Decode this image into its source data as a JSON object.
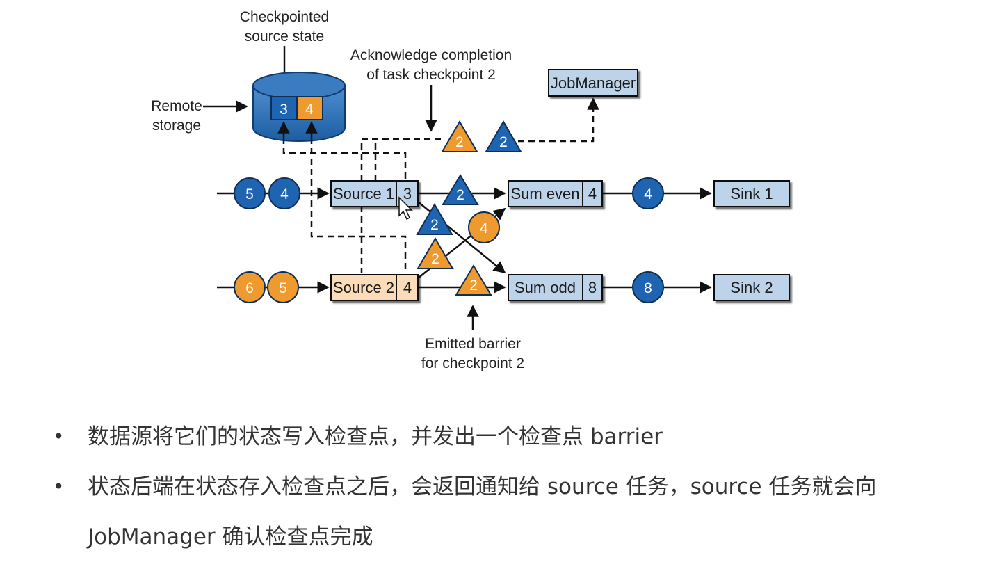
{
  "labels": {
    "checkpointed": [
      "Checkpointed",
      "source state"
    ],
    "acknowledge": [
      "Acknowledge completion",
      "of task checkpoint 2"
    ],
    "remote": [
      "Remote",
      "storage"
    ],
    "emitted": [
      "Emitted barrier",
      "for checkpoint 2"
    ]
  },
  "storage_cells": [
    "3",
    "4"
  ],
  "boxes": {
    "jobmanager": "JobManager",
    "source1": {
      "name": "Source 1",
      "state": "3"
    },
    "source2": {
      "name": "Source 2",
      "state": "4"
    },
    "sum_even": {
      "name": "Sum even",
      "state": "4"
    },
    "sum_odd": {
      "name": "Sum odd",
      "state": "8"
    },
    "sink1": "Sink 1",
    "sink2": "Sink 2"
  },
  "records": {
    "src1_in": [
      "5",
      "4"
    ],
    "src2_in": [
      "6",
      "5"
    ],
    "even_out": "4",
    "odd_out": "8",
    "cross": "4"
  },
  "barriers": {
    "ack_orange": "2",
    "ack_blue": "2",
    "s1_top": "2",
    "s1_diag": "2",
    "s2_diag": "2",
    "s2_bottom": "2"
  },
  "colors": {
    "blue": "#1f64b0",
    "orange": "#ee9a2e",
    "box_blue": "#bcd3ea",
    "box_orange": "#fbdcb8"
  },
  "bullets": [
    "数据源将它们的状态写入检查点，并发出一个检查点 barrier",
    "状态后端在状态存入检查点之后，会返回通知给 source 任务，source 任务就会向 JobManager 确认检查点完成"
  ]
}
